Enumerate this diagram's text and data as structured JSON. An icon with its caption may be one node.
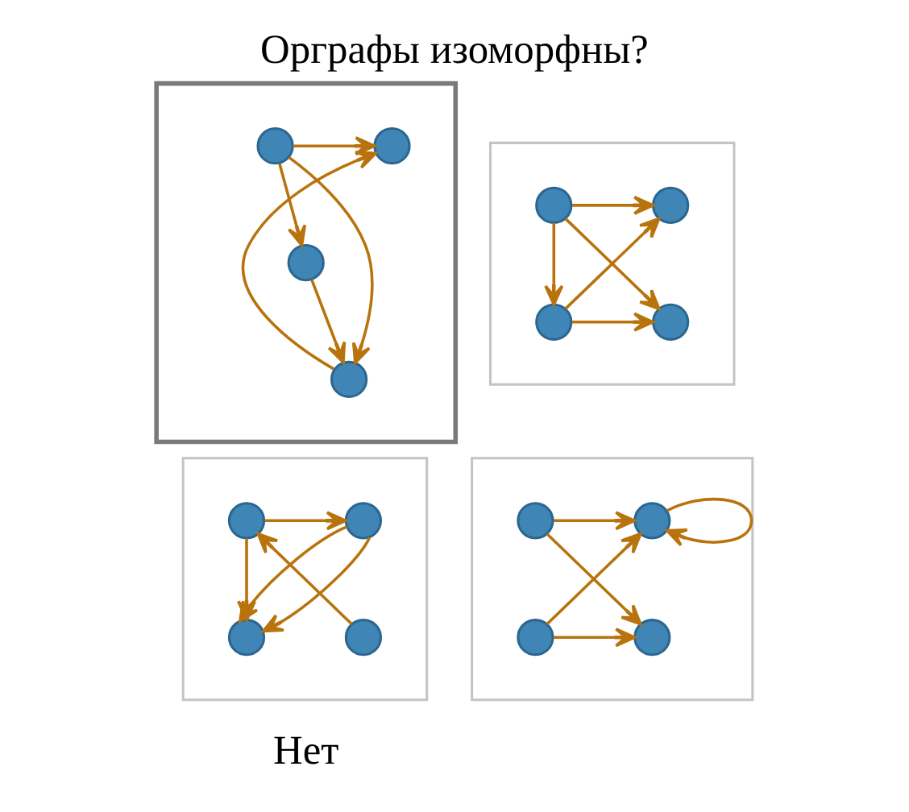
{
  "diagram": {
    "title": "Орграфы изоморфны?",
    "caption": "Нет",
    "nodes": [
      {
        "text": [],
        "shape": "box"
      },
      {
        "text": [],
        "shape": "circle",
        "in": 0
      },
      {
        "text": [],
        "shape": "circle",
        "in": 0
      },
      {
        "text": [],
        "shape": "circle",
        "in": 0
      },
      {
        "text": [],
        "shape": "circle",
        "in": 0
      },
      {
        "text": [],
        "shape": "box"
      },
      {
        "text": [],
        "shape": "circle",
        "in": 5
      },
      {
        "text": [],
        "shape": "circle",
        "in": 5
      },
      {
        "text": [],
        "shape": "circle",
        "in": 5
      },
      {
        "text": [],
        "shape": "circle",
        "in": 5
      },
      {
        "text": [],
        "shape": "box"
      },
      {
        "text": [],
        "shape": "circle",
        "in": 10
      },
      {
        "text": [],
        "shape": "circle",
        "in": 10
      },
      {
        "text": [],
        "shape": "circle",
        "in": 10
      },
      {
        "text": [],
        "shape": "circle",
        "in": 10
      },
      {
        "text": [],
        "shape": "box"
      },
      {
        "text": [],
        "shape": "circle",
        "in": 15
      },
      {
        "text": [],
        "shape": "circle",
        "in": 15
      },
      {
        "text": [],
        "shape": "circle",
        "in": 15
      },
      {
        "text": [],
        "shape": "circle",
        "in": 15
      }
    ],
    "edges": [
      {
        "from": 1,
        "to": 2,
        "arrow": "to"
      },
      {
        "from": 1,
        "to": 3,
        "arrow": "to"
      },
      {
        "from": 3,
        "to": 4,
        "arrow": "to"
      },
      {
        "from": 1,
        "to": 4,
        "arrow": "to"
      },
      {
        "from": 4,
        "to": 2,
        "arrow": "to"
      },
      {
        "from": 6,
        "to": 7,
        "arrow": "to"
      },
      {
        "from": 6,
        "to": 8,
        "arrow": "to"
      },
      {
        "from": 6,
        "to": 9,
        "arrow": "to"
      },
      {
        "from": 9,
        "to": 7,
        "arrow": "to"
      },
      {
        "from": 9,
        "to": 8,
        "arrow": "to"
      },
      {
        "from": 14,
        "to": 12,
        "arrow": "to"
      },
      {
        "from": 12,
        "to": 11,
        "arrow": "to"
      },
      {
        "from": 12,
        "to": 13,
        "arrow": "to"
      },
      {
        "from": 11,
        "to": 13,
        "arrow": "to"
      },
      {
        "from": 11,
        "to": 13,
        "arrow": "to"
      },
      {
        "from": 16,
        "to": 17,
        "arrow": "to"
      },
      {
        "from": 16,
        "to": 18,
        "arrow": "to"
      },
      {
        "from": 19,
        "to": 17,
        "arrow": "to"
      },
      {
        "from": 19,
        "to": 18,
        "arrow": "to"
      },
      {
        "from": 17,
        "to": 17,
        "arrow": "to"
      }
    ]
  }
}
